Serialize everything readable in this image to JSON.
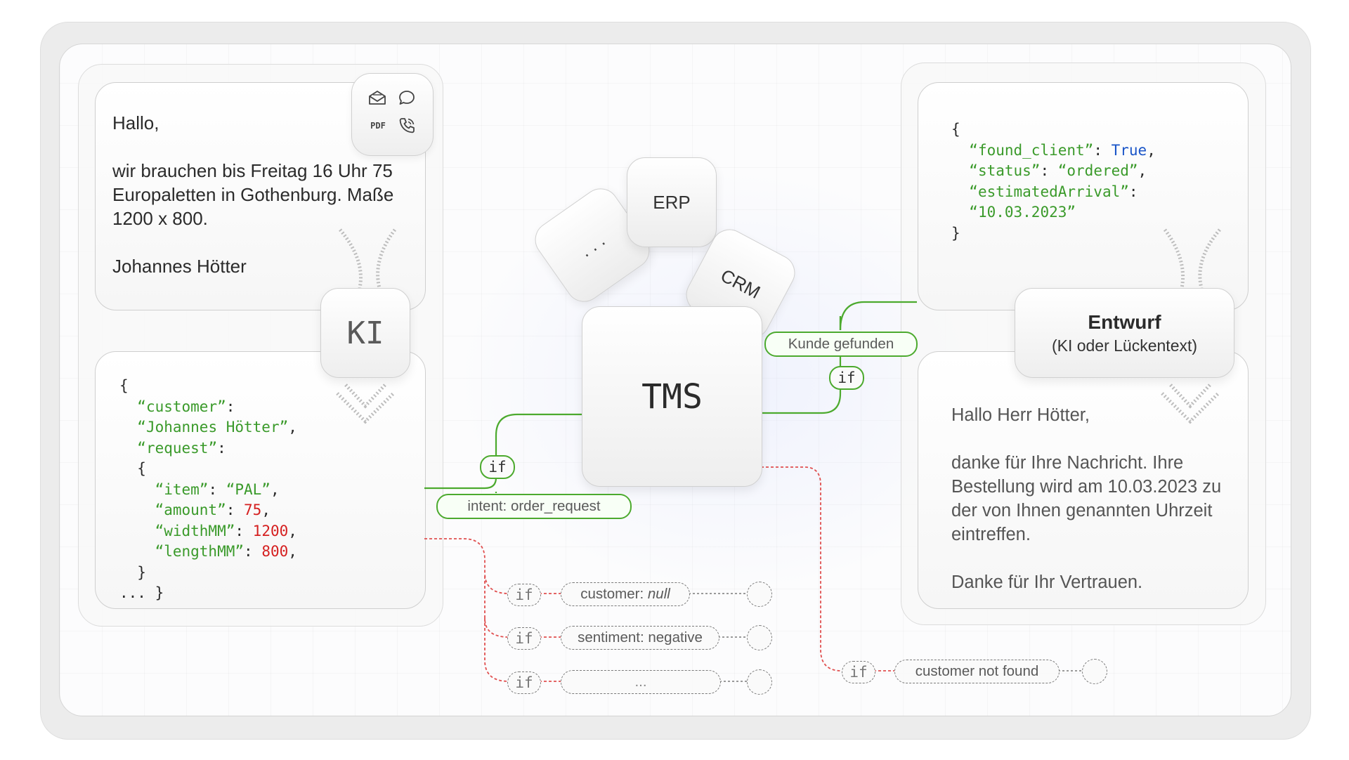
{
  "email": {
    "greeting": "Hallo,",
    "body": "wir brauchen bis Freitag 16 Uhr 75 Europaletten in Gothenburg. Maße 1200 x 800.",
    "signature": "Johannes Hötter"
  },
  "channels": {
    "icons": [
      "envelope-icon",
      "chat-bubble-icon",
      "pdf-icon",
      "phone-icon"
    ],
    "pdf_label": "PDF"
  },
  "ki_label": "KI",
  "extraction": {
    "open": "{",
    "customer_key": "“customer”",
    "customer_value": "“Johannes Hötter”",
    "request_key": "“request”",
    "inner_open": "{",
    "item_key": "“item”",
    "item_value": "“PAL”",
    "amount_key": "“amount”",
    "amount_value": "75",
    "width_key": "“widthMM”",
    "width_value": "1200",
    "length_key": "“lengthMM”",
    "length_value": "800",
    "inner_close": "}",
    "close": "... }"
  },
  "systems": {
    "erp": "ERP",
    "crm": "CRM",
    "more": ". . .",
    "tms": "TMS"
  },
  "conditions": {
    "if": "if",
    "intent": "intent: order_request",
    "found": "Kunde gefunden",
    "customer_null_prefix": "customer:",
    "customer_null_value": "null",
    "sentiment": "sentiment: negative",
    "ellipsis": "...",
    "not_found": "customer not found"
  },
  "result": {
    "open": "{",
    "found_key": "“found_client”",
    "found_value": "True",
    "status_key": "“status”",
    "status_value": "“ordered”",
    "arrival_key": "“estimatedArrival”",
    "arrival_value": "“10.03.2023”",
    "close": "}"
  },
  "draft": {
    "title": "Entwurf",
    "subtitle": "(KI oder Lückentext)"
  },
  "reply": {
    "greeting": "Hallo Herr Hötter,",
    "body": "danke für Ihre Nachricht. Ihre Bestellung wird am 10.03.2023 zu der von Ihnen genannten Uhrzeit eintreffen.",
    "closing": "Danke für Ihr Vertrauen."
  },
  "colors": {
    "json_key": "#3a9a2a",
    "json_number": "#d52020",
    "json_bool": "#1a55c8",
    "success_line": "#4caa2e",
    "failure_line": "#e05050"
  }
}
